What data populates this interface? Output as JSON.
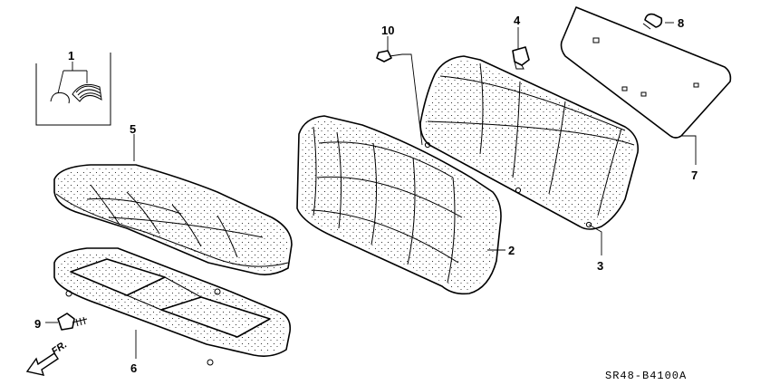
{
  "diagram_code": "SR48-B4100A",
  "direction_label": "FR.",
  "callouts": {
    "p1": "1",
    "p2": "2",
    "p3": "3",
    "p4": "4",
    "p5": "5",
    "p6": "6",
    "p7": "7",
    "p8": "8",
    "p9": "9",
    "p10": "10"
  }
}
